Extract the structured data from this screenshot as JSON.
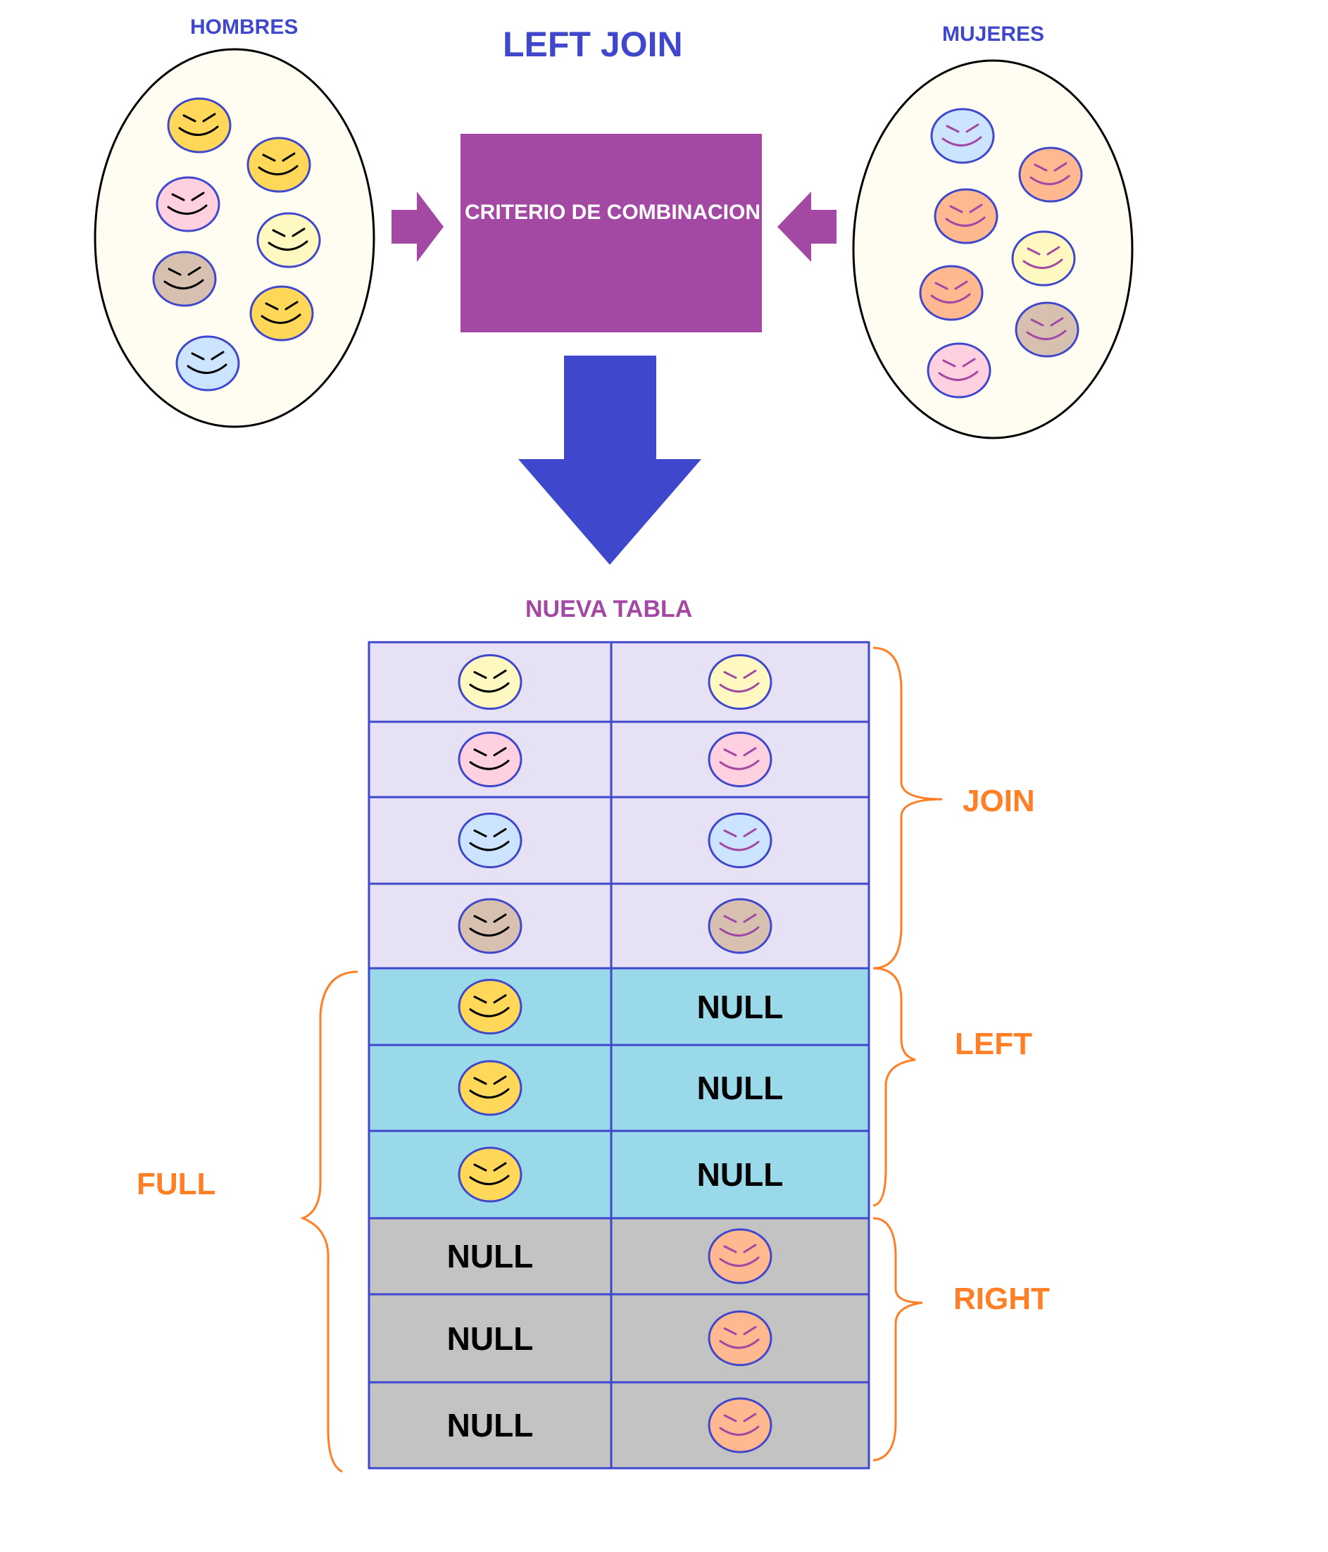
{
  "labels": {
    "left_set": "HOMBRES",
    "right_set": "MUJERES",
    "title": "LEFT JOIN",
    "criteria_box": "CRITERIO DE COMBINACION",
    "result_title": "NUEVA TABLA",
    "brace_join": "JOIN",
    "brace_left": "LEFT",
    "brace_right": "RIGHT",
    "brace_full": "FULL"
  },
  "colors": {
    "title_blue": "#3f48cc",
    "box_purple": "#a349a4",
    "arrow_blue": "#3f48cc",
    "brace_orange": "#ff7f27",
    "row_join": "#e6e1f4",
    "row_left": "#99d9ea",
    "row_right": "#c3c3c3",
    "face_yellow": "#ffd85a",
    "face_cream": "#fff8c0",
    "face_pink": "#ffd0e0",
    "face_blue": "#cce4ff",
    "face_tan": "#d8c0b0",
    "face_orange": "#ffb890"
  },
  "left_set_faces": [
    "yellow",
    "yellow",
    "pink",
    "cream",
    "tan",
    "yellow",
    "blue"
  ],
  "right_set_faces": [
    "blue",
    "orange",
    "orange",
    "cream",
    "orange",
    "tan",
    "pink"
  ],
  "table": {
    "rows": [
      {
        "group": "join",
        "left": "cream",
        "right": "cream"
      },
      {
        "group": "join",
        "left": "pink",
        "right": "pink"
      },
      {
        "group": "join",
        "left": "blue",
        "right": "blue"
      },
      {
        "group": "join",
        "left": "tan",
        "right": "tan"
      },
      {
        "group": "left",
        "left": "yellow",
        "right": "NULL"
      },
      {
        "group": "left",
        "left": "yellow",
        "right": "NULL"
      },
      {
        "group": "left",
        "left": "yellow",
        "right": "NULL"
      },
      {
        "group": "right",
        "left": "NULL",
        "right": "orange"
      },
      {
        "group": "right",
        "left": "NULL",
        "right": "orange"
      },
      {
        "group": "right",
        "left": "NULL",
        "right": "orange"
      }
    ]
  }
}
